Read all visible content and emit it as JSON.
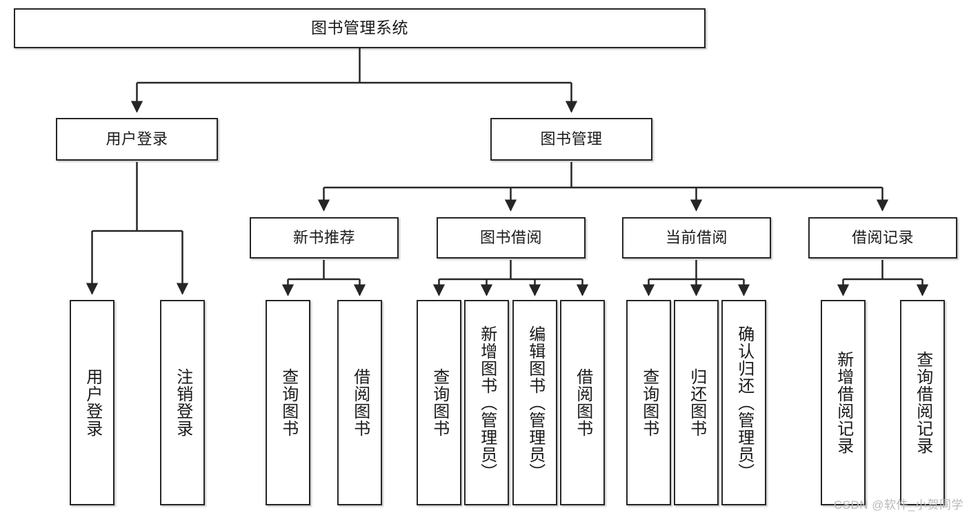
{
  "diagram": {
    "title": "图书管理系统",
    "type": "tree",
    "stroke_color": "#262626",
    "fill_color": "#FFFFFF",
    "text_color": "#1A1A1A",
    "nodes": {
      "root": {
        "label": "图书管理系统"
      },
      "level1": [
        {
          "id": "user-login",
          "label": "用户登录"
        },
        {
          "id": "book-manage",
          "label": "图书管理"
        }
      ],
      "level2": [
        {
          "id": "new-book-rec",
          "label": "新书推荐"
        },
        {
          "id": "book-borrow",
          "label": "图书借阅"
        },
        {
          "id": "current-borrow",
          "label": "当前借阅"
        },
        {
          "id": "borrow-record",
          "label": "借阅记录"
        }
      ],
      "leaves": {
        "user_login": [
          {
            "id": "leaf-user-login",
            "label": "用户登录"
          },
          {
            "id": "leaf-logout",
            "label": "注销登录"
          }
        ],
        "new_book_rec": [
          {
            "id": "leaf-query-book-1",
            "label": "查询图书"
          },
          {
            "id": "leaf-borrow-book-1",
            "label": "借阅图书"
          }
        ],
        "book_borrow": [
          {
            "id": "leaf-query-book-2",
            "label": "查询图书"
          },
          {
            "id": "leaf-add-book",
            "label": "新增图书（管理员）"
          },
          {
            "id": "leaf-edit-book",
            "label": "编辑图书（管理员）"
          },
          {
            "id": "leaf-borrow-book-2",
            "label": "借阅图书"
          }
        ],
        "current_borrow": [
          {
            "id": "leaf-query-book-3",
            "label": "查询图书"
          },
          {
            "id": "leaf-return-book",
            "label": "归还图书"
          },
          {
            "id": "leaf-confirm-return",
            "label": "确认归还（管理员）"
          }
        ],
        "borrow_record": [
          {
            "id": "leaf-add-record",
            "label": "新增借阅记录"
          },
          {
            "id": "leaf-query-record",
            "label": "查询借阅记录"
          }
        ]
      }
    }
  },
  "watermark": {
    "text": "CSDN @软件_小贺同学"
  }
}
